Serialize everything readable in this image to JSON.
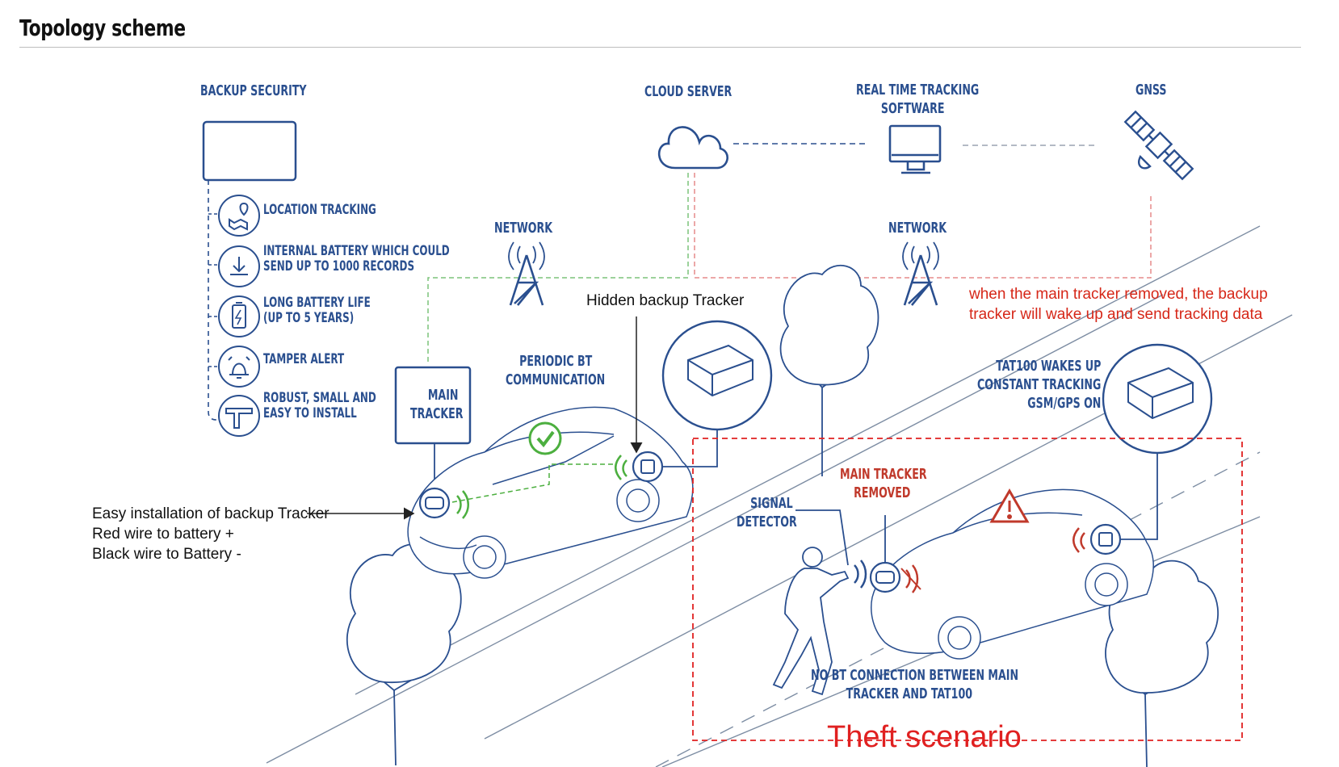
{
  "page_title": "Topology scheme",
  "backup_security": {
    "heading": "BACKUP SECURITY",
    "features": [
      {
        "icon": "map-pin-icon",
        "line1": "LOCATION TRACKING",
        "line2": ""
      },
      {
        "icon": "download-icon",
        "line1": "INTERNAL BATTERY WHICH COULD",
        "line2": "SEND UP TO 1000 RECORDS"
      },
      {
        "icon": "battery-icon",
        "line1": "LONG BATTERY LIFE",
        "line2": "(UP TO 5 YEARS)"
      },
      {
        "icon": "alarm-bell-icon",
        "line1": "TAMPER ALERT",
        "line2": ""
      },
      {
        "icon": "caliper-icon",
        "line1": "ROBUST, SMALL AND",
        "line2": "EASY TO INSTALL"
      }
    ]
  },
  "top_nodes": {
    "cloud_server": "CLOUD SERVER",
    "software_line1": "REAL TIME TRACKING",
    "software_line2": "SOFTWARE",
    "gnss": "GNSS"
  },
  "network_left": "NETWORK",
  "network_right": "NETWORK",
  "main_tracker_line1": "MAIN",
  "main_tracker_line2": "TRACKER",
  "periodic_line1": "PERIODIC BT",
  "periodic_line2": "COMMUNICATION",
  "tat_line1": "TAT100 WAKES UP",
  "tat_line2": "CONSTANT TRACKING",
  "tat_line3": "GSM/GPS ON",
  "signal_line1": "SIGNAL",
  "signal_line2": "DETECTOR",
  "removed_line1": "MAIN TRACKER",
  "removed_line2": "REMOVED",
  "no_bt_line1": "NO BT CONNECTION BETWEEN MAIN",
  "no_bt_line2": "TRACKER AND TAT100",
  "annotations": {
    "hidden_backup": "Hidden backup Tracker",
    "install_line1": "Easy installation of backup Tracker",
    "install_line2": "Red wire to battery +",
    "install_line3": "Black wire to Battery -",
    "wake_line1": "when the main tracker removed, the backup",
    "wake_line2": "tracker will wake up and send tracking data",
    "theft": "Theft scenario"
  },
  "colors": {
    "diagram_blue": "#2a4f8f",
    "line_gray": "#5a6472",
    "bt_green": "#4caf3f",
    "alert_red": "#c0392b",
    "annotation_red": "#e02020"
  }
}
